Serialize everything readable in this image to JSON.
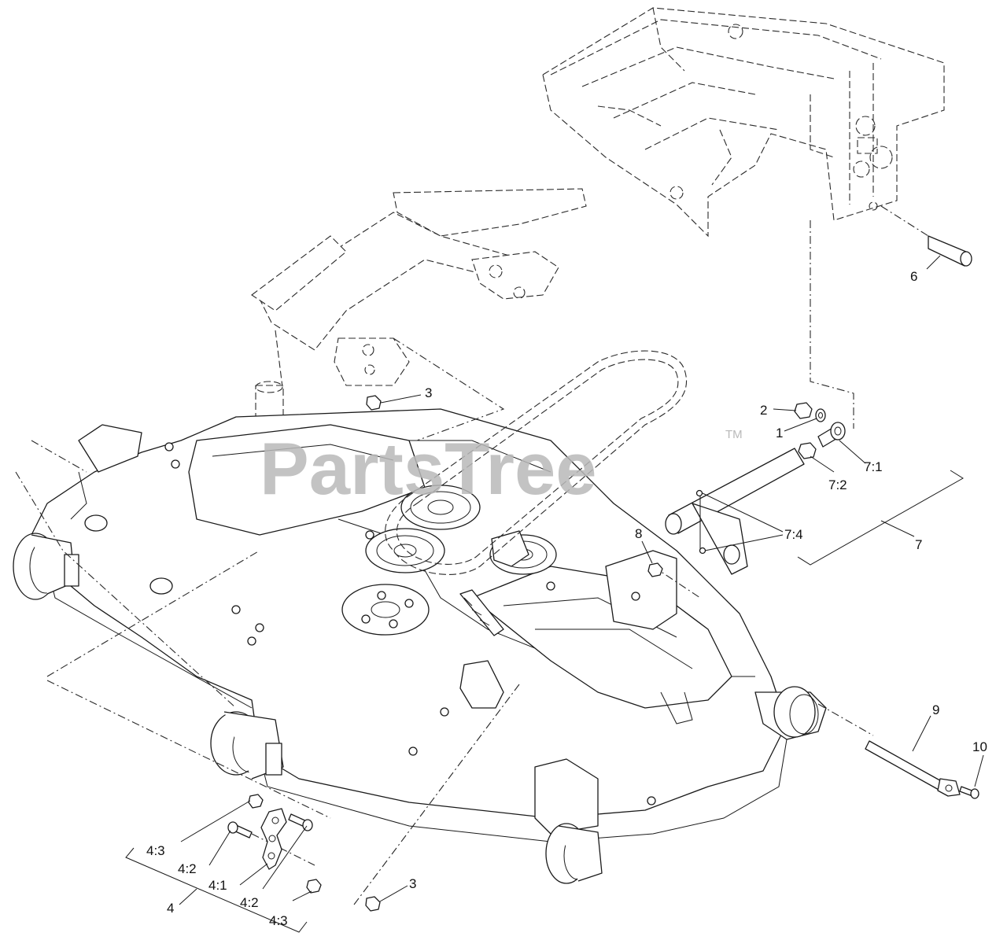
{
  "watermark": {
    "brand": "PartsTree",
    "trademark": "TM"
  },
  "callouts": {
    "c1": "1",
    "c2": "2",
    "c3a": "3",
    "c3b": "3",
    "c4": "4",
    "c4_1": "4:1",
    "c4_2a": "4:2",
    "c4_2b": "4:2",
    "c4_3a": "4:3",
    "c4_3b": "4:3",
    "c6": "6",
    "c7": "7",
    "c7_1": "7:1",
    "c7_2": "7:2",
    "c7_4": "7:4",
    "c8": "8",
    "c9": "9",
    "c10": "10"
  }
}
